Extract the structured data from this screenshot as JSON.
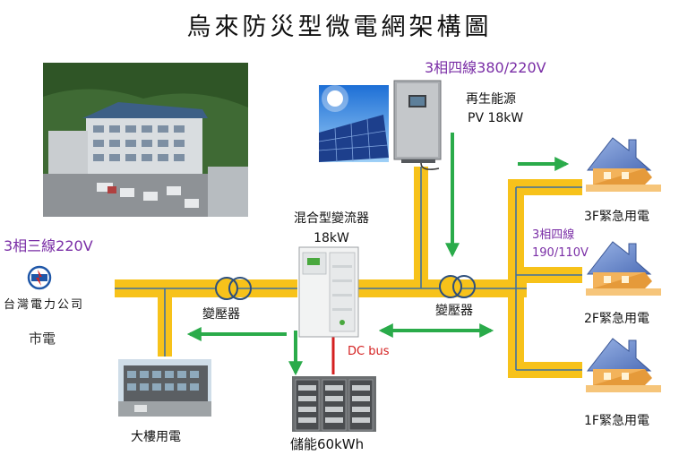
{
  "title": "烏來防災型微電網架構圖",
  "grid": {
    "voltage": "3相三線220V",
    "utility_logo_text": "台灣電力公司",
    "utility_label": "市電"
  },
  "pv": {
    "voltage": "3相四線380/220V",
    "name": "再生能源",
    "capacity": "PV 18kW"
  },
  "inverter": {
    "name": "混合型變流器",
    "capacity": "18kW"
  },
  "transformer_left": "變壓器",
  "transformer_right": "變壓器",
  "dc_bus": "DC bus",
  "storage": "儲能60kWh",
  "building_load": "大樓用電",
  "house_bus_voltage": [
    "3相四線",
    "190/110V"
  ],
  "emergency_loads": [
    "3F緊急用電",
    "2F緊急用電",
    "1F緊急用電"
  ],
  "colors": {
    "bus_fill": "#f7c21a",
    "bus_core": "#3f6fa0",
    "arrow": "#2aab4a",
    "dc_bus": "#d42020",
    "voltage_text": "#7a2ea6"
  }
}
